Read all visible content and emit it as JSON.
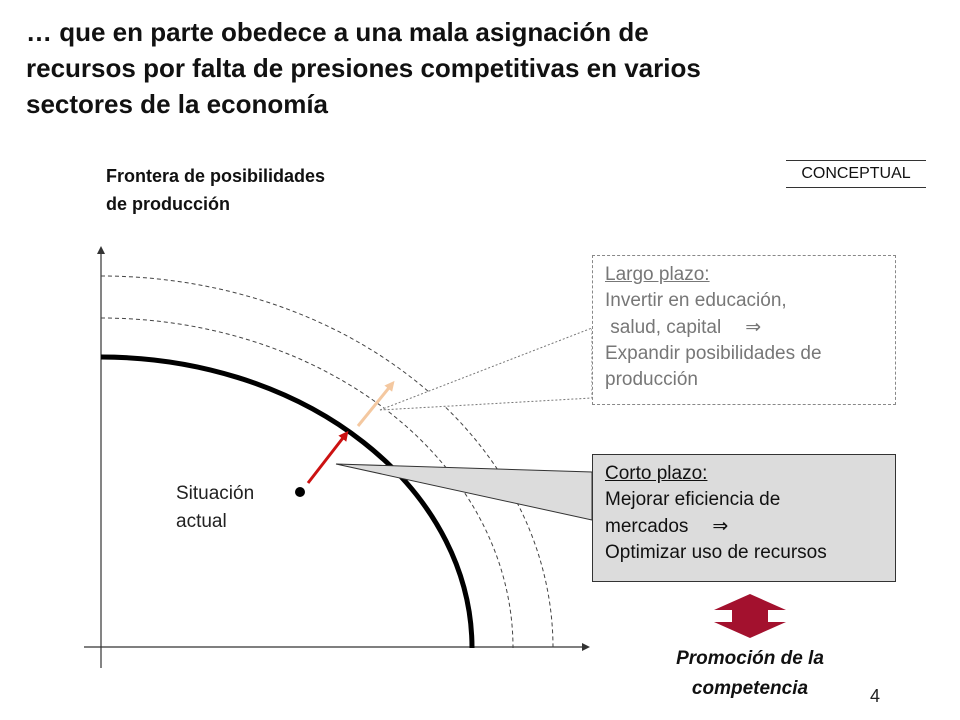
{
  "title": {
    "line1": "… que en parte obedece a una mala asignación de",
    "line2": "recursos por falta de presiones competitivas en varios",
    "line3": "sectores de la economía"
  },
  "subtitle": {
    "line1": "Frontera de posibilidades",
    "line2": "de producción"
  },
  "tag": "CONCEPTUAL",
  "situacion": {
    "line1": "Situación",
    "line2": "actual"
  },
  "largo_plazo": {
    "heading": "Largo plazo:",
    "line1": "Invertir en educación,",
    "line2": " salud, capital",
    "line3": "Expandir posibilidades de",
    "line4": "producción"
  },
  "corto_plazo": {
    "heading": "Corto plazo:",
    "line1": "Mejorar eficiencia de",
    "line2": "mercados",
    "line3": "Optimizar uso de recursos"
  },
  "implies_symbol": "⇒",
  "promocion": {
    "line1": "Promoción de la",
    "line2": "competencia"
  },
  "page_number": "4",
  "colors": {
    "short_arrow": "#cc1111",
    "long_arrow": "#f4c8a0",
    "double_arrow": "#a3112e",
    "corto_box_bg": "#dcdcdc"
  }
}
